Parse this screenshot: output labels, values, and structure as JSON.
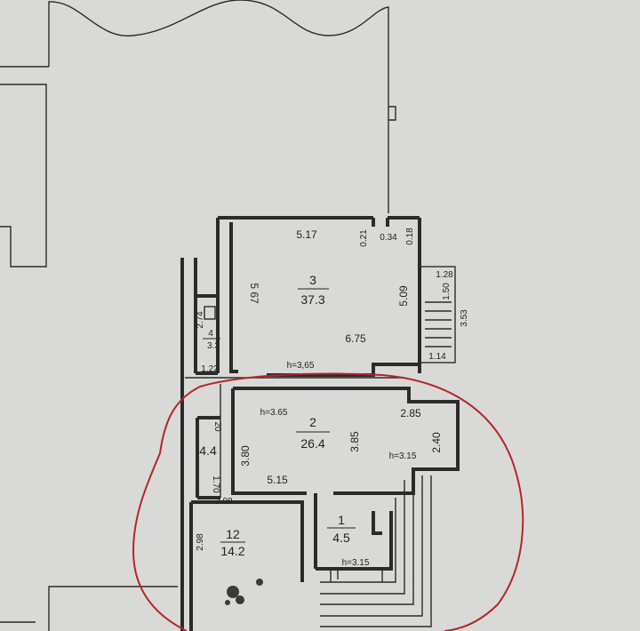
{
  "rooms": {
    "r3": {
      "number": "3",
      "area": "37.3"
    },
    "r2": {
      "number": "2",
      "area": "26.4"
    },
    "r4": {
      "number": "4",
      "area": "3.3"
    },
    "r1": {
      "number": "1",
      "area": "4.5"
    },
    "r12": {
      "number": "12",
      "area": "14.2"
    },
    "r_small": {
      "area": "4.4"
    }
  },
  "dimensions": {
    "d517": "5.17",
    "d021": "0.21",
    "d034": "0.34",
    "d018": "0.18",
    "d567": "5 67",
    "d509": "5.09",
    "d675": "6.75",
    "d128": "1.28",
    "d150": "1.50",
    "d353": "3.53",
    "d274": "2.74",
    "d122": "1.22",
    "d114": "1.14",
    "d380": "3.80",
    "d385": "3.85",
    "d515": "5.15",
    "d285": "2.85",
    "d240": "2.40",
    "d398": "3.98",
    "d298": "2.98",
    "d20": "20",
    "d170": "1.70"
  },
  "heights": {
    "h365a": "h=3,65",
    "h365b": "h=3.65",
    "h315a": "h=3.15",
    "h315b": "h=3.15"
  },
  "colors": {
    "paper": "#d9d9d7",
    "ink": "#2b2b2b",
    "marker": "#b3262b"
  }
}
